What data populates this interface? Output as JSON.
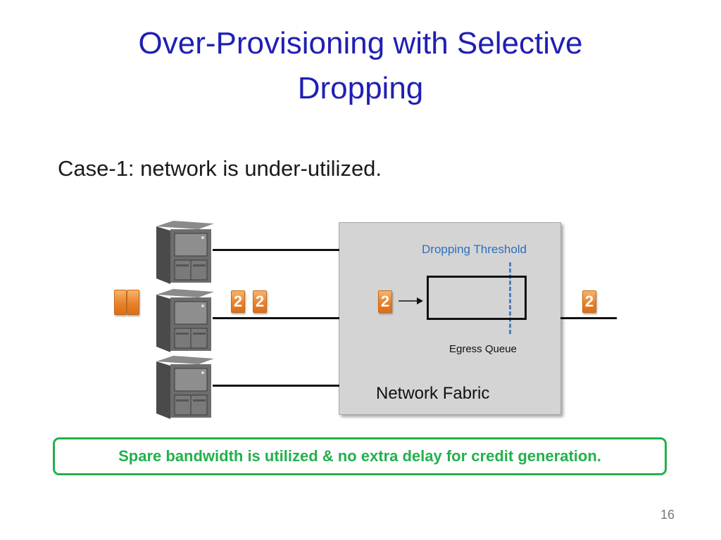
{
  "slide": {
    "title_line1": "Over-Provisioning with Selective",
    "title_line2": "Dropping",
    "subtitle": "Case-1: network is under-utilized.",
    "page_number": "16"
  },
  "diagram": {
    "fabric_label": "Network Fabric",
    "threshold_label": "Dropping Threshold",
    "queue_label": "Egress Queue",
    "packet_label": "2",
    "icons": [
      "server-icon",
      "packet-icon",
      "arrow-right-icon"
    ]
  },
  "banner": {
    "text": "Spare bandwidth is utilized & no extra delay for credit generation."
  },
  "colors": {
    "title": "#1f1fb4",
    "threshold": "#2e6fc0",
    "banner": "#22b14c",
    "packet": "#e9822b",
    "fabric": "#d4d4d4"
  }
}
